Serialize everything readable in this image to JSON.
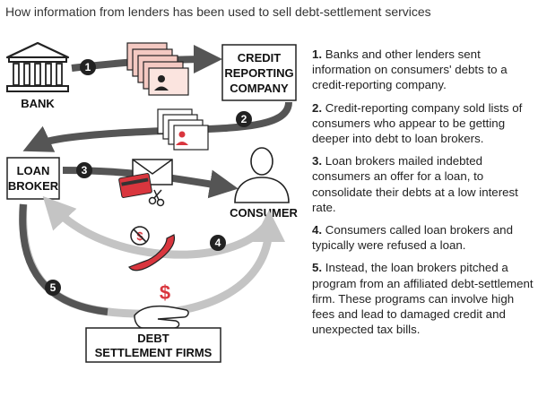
{
  "title": "How information from lenders has been used to sell debt-settlement services",
  "nodes": {
    "bank": "BANK",
    "credit_line1": "CREDIT",
    "credit_line2": "REPORTING",
    "credit_line3": "COMPANY",
    "broker_line1": "LOAN",
    "broker_line2": "BROKER",
    "consumer": "CONSUMER",
    "firms_line1": "DEBT",
    "firms_line2": "SETTLEMENT FIRMS"
  },
  "badges": [
    "1",
    "2",
    "3",
    "4",
    "5"
  ],
  "dollar_symbol": "$",
  "steps": [
    {
      "num": "1.",
      "text": "Banks and other lenders sent information on consumers' debts to a credit-reporting company."
    },
    {
      "num": "2.",
      "text": "Credit-reporting company sold lists of consumers who appear to be getting deeper into debt to loan brokers."
    },
    {
      "num": "3.",
      "text": "Loan brokers mailed indebted consumers an offer for a loan, to consolidate their debts at a low interest rate."
    },
    {
      "num": "4.",
      "text": "Consumers called loan brokers and typically were refused a loan."
    },
    {
      "num": "5.",
      "text": "Instead, the loan brokers pitched a program from an affiliated debt-settlement firm. These programs can involve high fees and lead to damaged credit and unexpected tax bills."
    }
  ],
  "colors": {
    "arrow_dark": "#555555",
    "arrow_light": "#c4c4c4",
    "accent": "#d9363e",
    "card": "#f4c9c2"
  }
}
